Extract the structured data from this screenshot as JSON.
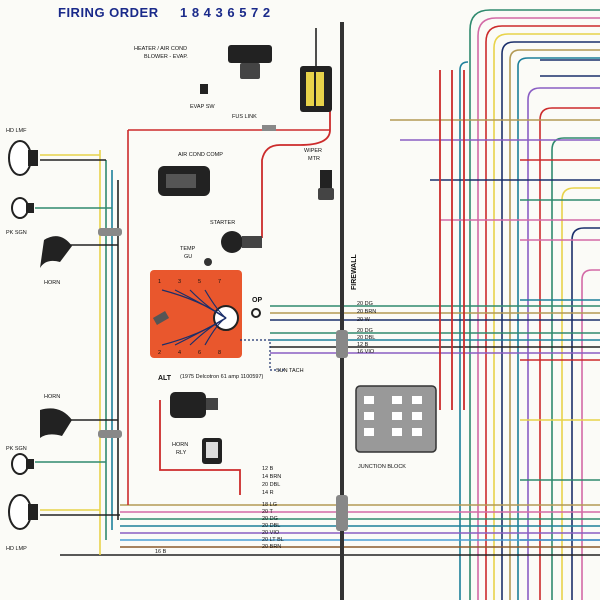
{
  "title": {
    "label": "FIRING ORDER",
    "order": "1 8 4 3 6 5 7 2"
  },
  "components": {
    "blower": "HEATER / AIR COND",
    "blower2": "BLOWER - EVAP.",
    "evap_sw": "EVAP SW",
    "fus_link": "FUS LINK",
    "ac_comp": "AIR COND COMP",
    "wiper": "WIPER",
    "wiper2": "MTR",
    "starter": "STARTER",
    "temp": "TEMP",
    "temp2": "GU",
    "op": "OP",
    "sun_tach": "SUN TACH",
    "alt": "ALT",
    "alt_note": "(1975 Delcotron 61 amp 1100597)",
    "horn_rly": "HORN",
    "horn_rly2": "RLY",
    "junction": "JUNCTION BLOCK",
    "firewall": "FIREWALL",
    "hd_lmf": "HD LMF",
    "pk_sgn_top": "PK SGN",
    "horn_top": "HORN",
    "horn_bottom": "HORN",
    "pk_sgn_bottom": "PK SGN",
    "hd_lmp": "HD LMP"
  },
  "engine_numbers": {
    "top": [
      "1",
      "3",
      "5",
      "7"
    ],
    "bottom": [
      "2",
      "4",
      "6",
      "8"
    ]
  },
  "wire_labels": {
    "mid": [
      "20 DG",
      "20 BRN",
      "20 W",
      "20 DG",
      "20 DBL",
      "12 B",
      "16 VIO"
    ],
    "bottom": [
      "12 B",
      "14 BRN",
      "20 DBL",
      "14 R",
      "18 LG",
      "20 T",
      "20 DG",
      "20 DBL",
      "20 VIO",
      "20 LT BL",
      "20 BRN"
    ],
    "harness": "16 B"
  },
  "colors": {
    "engine": "#e9572d",
    "wire_red": "#cc2b2b",
    "wire_green": "#2f8a6e",
    "wire_teal": "#1c7f9a",
    "wire_yellow": "#e8d34a",
    "wire_tan": "#b39a55",
    "wire_pink": "#d36aa6",
    "wire_navy": "#1b2f6b"
  }
}
